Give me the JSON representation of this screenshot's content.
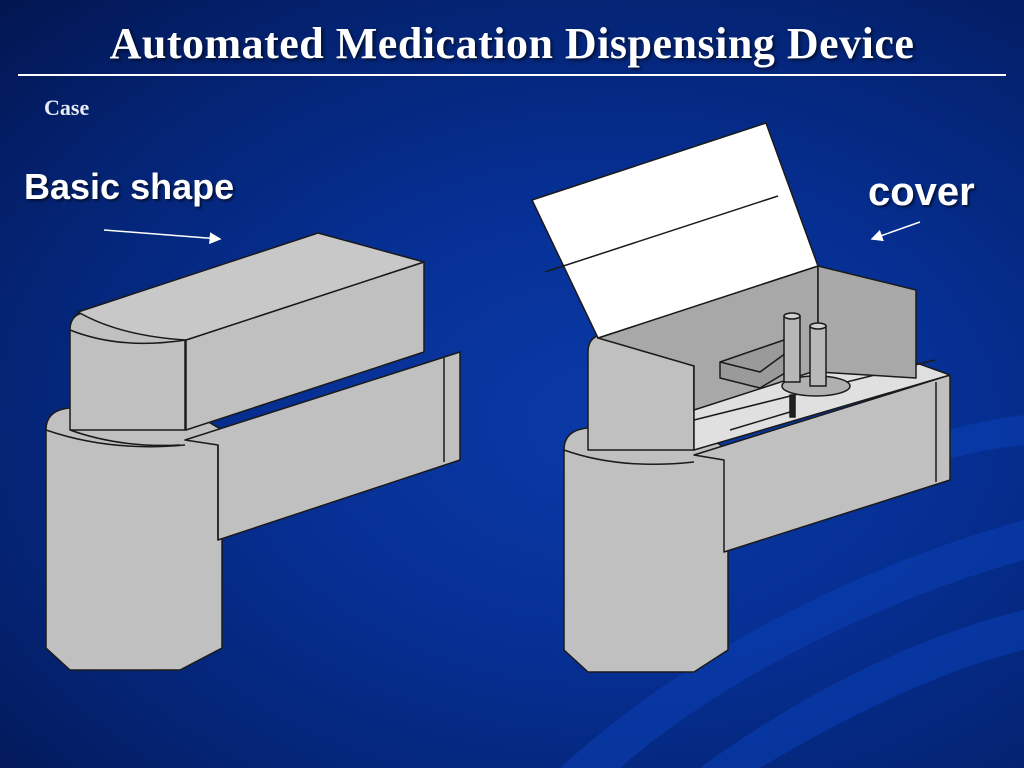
{
  "slide": {
    "title": "Automated Medication Dispensing Device",
    "bullet": "Case",
    "callouts": {
      "basic_shape": "Basic shape",
      "cover": "cover"
    }
  },
  "colors": {
    "background": "#062f93",
    "title_text": "#ffffff",
    "device_body": "#c0c0c0",
    "device_inner": "#a8a8a8",
    "lid": "#ffffff",
    "outline": "#1a1a1a"
  }
}
